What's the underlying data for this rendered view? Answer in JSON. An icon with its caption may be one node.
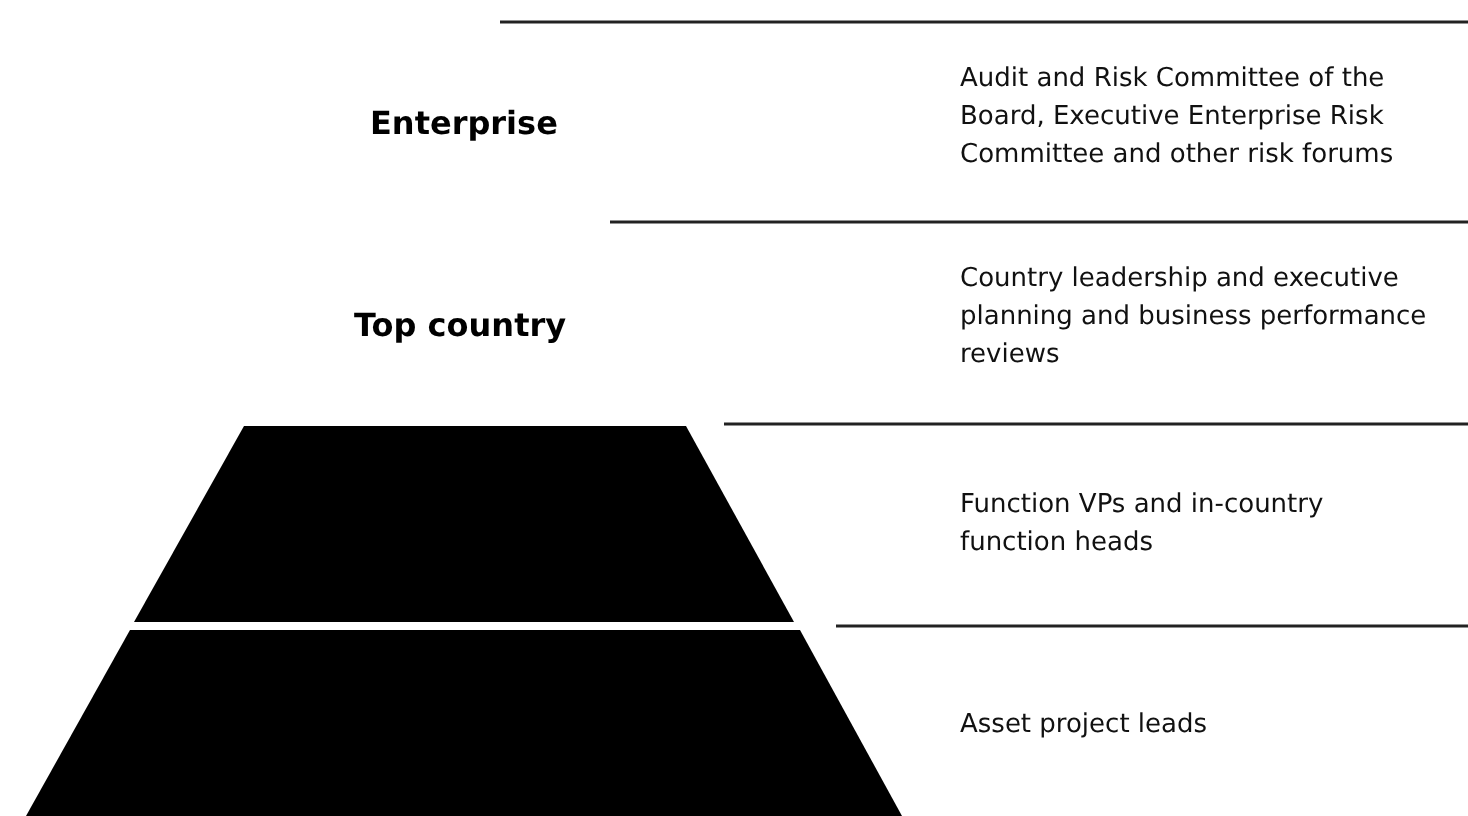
{
  "diagram": {
    "nodes": [
      {
        "text": [
          "Enterprise"
        ]
      },
      {
        "text": [
          "Top country"
        ]
      },
      {
        "text": [],
        "shape": "trapezoid"
      },
      {
        "text": [],
        "shape": "trapezoid"
      }
    ],
    "labels": [
      "Audit and Risk Committee of the Board, Executive Enterprise Risk Committee and other risk forums",
      "Country leadership and executive planning and business performance reviews",
      "Function VPs and in-country function heads",
      "Asset project leads"
    ]
  }
}
